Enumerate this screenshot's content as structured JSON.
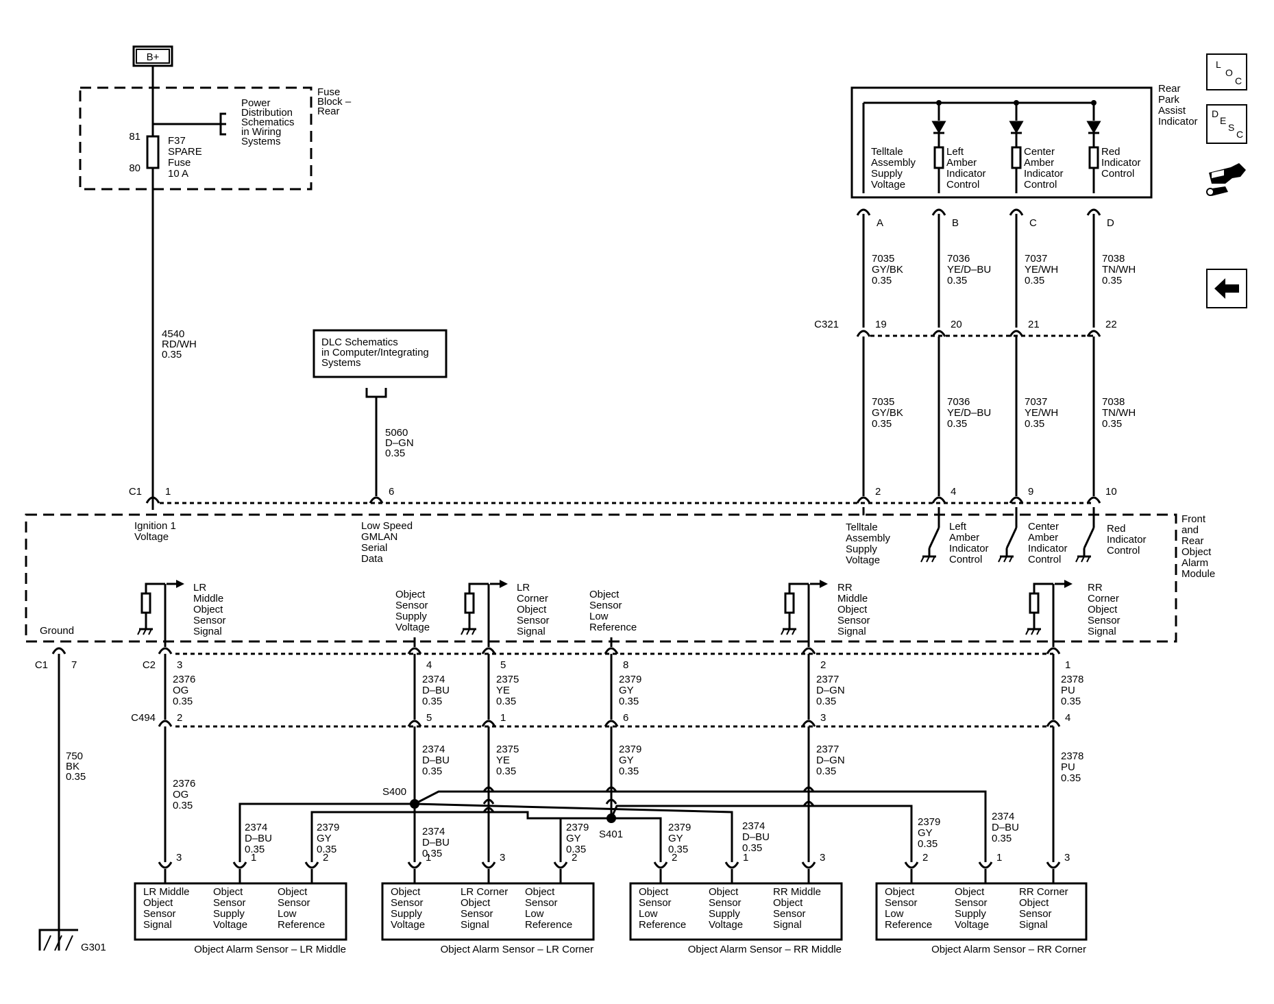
{
  "power": {
    "label": "B+"
  },
  "fuse_block": {
    "title": [
      "Fuse",
      "Block –",
      "Rear"
    ],
    "pin_top": "81",
    "pin_bottom": "80",
    "fuse": [
      "F37",
      "SPARE",
      "Fuse",
      "10 A"
    ],
    "ref": [
      "Power",
      "Distribution",
      "Schematics",
      "in Wiring",
      "Systems"
    ]
  },
  "dlc": {
    "text": [
      "DLC Schematics",
      "in Computer/Integrating",
      "Systems"
    ]
  },
  "wires_main": {
    "ign": [
      "4540",
      "RD/WH",
      "0.35"
    ],
    "gmlan": [
      "5060",
      "D–GN",
      "0.35"
    ],
    "ground": [
      "750",
      "BK",
      "0.35"
    ]
  },
  "rear_indicator": {
    "title": [
      "Rear",
      "Park",
      "Assist",
      "Indicator"
    ],
    "cols": [
      {
        "label": [
          "Telltale",
          "Assembly",
          "Supply",
          "Voltage"
        ],
        "pin": "A",
        "wire": [
          "7035",
          "GY/BK",
          "0.35"
        ],
        "c321": "19",
        "c1": "2"
      },
      {
        "label": [
          "Left",
          "Amber",
          "Indicator",
          "Control"
        ],
        "pin": "B",
        "wire": [
          "7036",
          "YE/D–BU",
          "0.35"
        ],
        "c321": "20",
        "c1": "4"
      },
      {
        "label": [
          "Center",
          "Amber",
          "Indicator",
          "Control"
        ],
        "pin": "C",
        "wire": [
          "7037",
          "YE/WH",
          "0.35"
        ],
        "c321": "21",
        "c1": "9"
      },
      {
        "label": [
          "Red",
          "Indicator",
          "Control"
        ],
        "pin": "D",
        "wire": [
          "7038",
          "TN/WH",
          "0.35"
        ],
        "c321": "22",
        "c1": "10"
      }
    ]
  },
  "connectors": {
    "c321": "C321",
    "c1": "C1",
    "c2": "C2",
    "c494": "C494"
  },
  "module": {
    "title": [
      "Front",
      "and",
      "Rear",
      "Object",
      "Alarm",
      "Module"
    ],
    "ign": [
      "Ignition 1",
      "Voltage"
    ],
    "ign_pin": "1",
    "gmlan": [
      "Low Speed",
      "GMLAN",
      "Serial",
      "Data"
    ],
    "gmlan_pin": "6",
    "telltale": [
      "Telltale",
      "Assembly",
      "Supply",
      "Voltage"
    ],
    "left_amber": [
      "Left",
      "Amber",
      "Indicator",
      "Control"
    ],
    "center_amber": [
      "Center",
      "Amber",
      "Indicator",
      "Control"
    ],
    "red": [
      "Red",
      "Indicator",
      "Control"
    ],
    "ground": "Ground",
    "ground_pin": "7",
    "lr_mid": [
      "LR",
      "Middle",
      "Object",
      "Sensor",
      "Signal"
    ],
    "supply": [
      "Object",
      "Sensor",
      "Supply",
      "Voltage"
    ],
    "lr_corner": [
      "LR",
      "Corner",
      "Object",
      "Sensor",
      "Signal"
    ],
    "low_ref": [
      "Object",
      "Sensor",
      "Low",
      "Reference"
    ],
    "rr_mid": [
      "RR",
      "Middle",
      "Object",
      "Sensor",
      "Signal"
    ],
    "rr_corner": [
      "RR",
      "Corner",
      "Object",
      "Sensor",
      "Signal"
    ]
  },
  "c2_pins": [
    "3",
    "4",
    "5",
    "8",
    "2",
    "1"
  ],
  "c494_pins": [
    "2",
    "5",
    "1",
    "6",
    "3",
    "4"
  ],
  "c2_wires": [
    [
      "2376",
      "OG",
      "0.35"
    ],
    [
      "2374",
      "D–BU",
      "0.35"
    ],
    [
      "2375",
      "YE",
      "0.35"
    ],
    [
      "2379",
      "GY",
      "0.35"
    ],
    [
      "2377",
      "D–GN",
      "0.35"
    ],
    [
      "2378",
      "PU",
      "0.35"
    ]
  ],
  "splices": {
    "s400": "S400",
    "s401": "S401"
  },
  "branch_wires": {
    "lrm_supply": [
      "2374",
      "D–BU",
      "0.35"
    ],
    "lrm_ref": [
      "2379",
      "GY",
      "0.35"
    ],
    "lrc_supply": [
      "2374",
      "D–BU",
      "0.35"
    ],
    "lrc_ref": [
      "2379",
      "GY",
      "0.35"
    ],
    "rrm_ref": [
      "2379",
      "GY",
      "0.35"
    ],
    "rrm_supply": [
      "2374",
      "D–BU",
      "0.35"
    ],
    "rrc_ref": [
      "2379",
      "GY",
      "0.35"
    ],
    "rrc_supply": [
      "2374",
      "D–BU",
      "0.35"
    ]
  },
  "sensors": [
    {
      "caption": "Object Alarm Sensor – LR Middle",
      "pins": [
        "3",
        "1",
        "2"
      ],
      "labels": [
        [
          "LR Middle",
          "Object",
          "Sensor",
          "Signal"
        ],
        [
          "Object",
          "Sensor",
          "Supply",
          "Voltage"
        ],
        [
          "Object",
          "Sensor",
          "Low",
          "Reference"
        ]
      ]
    },
    {
      "caption": "Object Alarm Sensor – LR Corner",
      "pins": [
        "1",
        "3",
        "2"
      ],
      "labels": [
        [
          "Object",
          "Sensor",
          "Supply",
          "Voltage"
        ],
        [
          "LR Corner",
          "Object",
          "Sensor",
          "Signal"
        ],
        [
          "Object",
          "Sensor",
          "Low",
          "Reference"
        ]
      ]
    },
    {
      "caption": "Object Alarm Sensor – RR Middle",
      "pins": [
        "2",
        "1",
        "3"
      ],
      "labels": [
        [
          "Object",
          "Sensor",
          "Low",
          "Reference"
        ],
        [
          "Object",
          "Sensor",
          "Supply",
          "Voltage"
        ],
        [
          "RR Middle",
          "Object",
          "Sensor",
          "Signal"
        ]
      ]
    },
    {
      "caption": "Object Alarm Sensor – RR Corner",
      "pins": [
        "2",
        "1",
        "3"
      ],
      "labels": [
        [
          "Object",
          "Sensor",
          "Low",
          "Reference"
        ],
        [
          "Object",
          "Sensor",
          "Supply",
          "Voltage"
        ],
        [
          "RR Corner",
          "Object",
          "Sensor",
          "Signal"
        ]
      ]
    }
  ],
  "ground": {
    "label": "G301"
  },
  "nav": {
    "loc": [
      "L",
      "O",
      "C"
    ],
    "desc": [
      "D",
      "E",
      "S",
      "C"
    ]
  }
}
